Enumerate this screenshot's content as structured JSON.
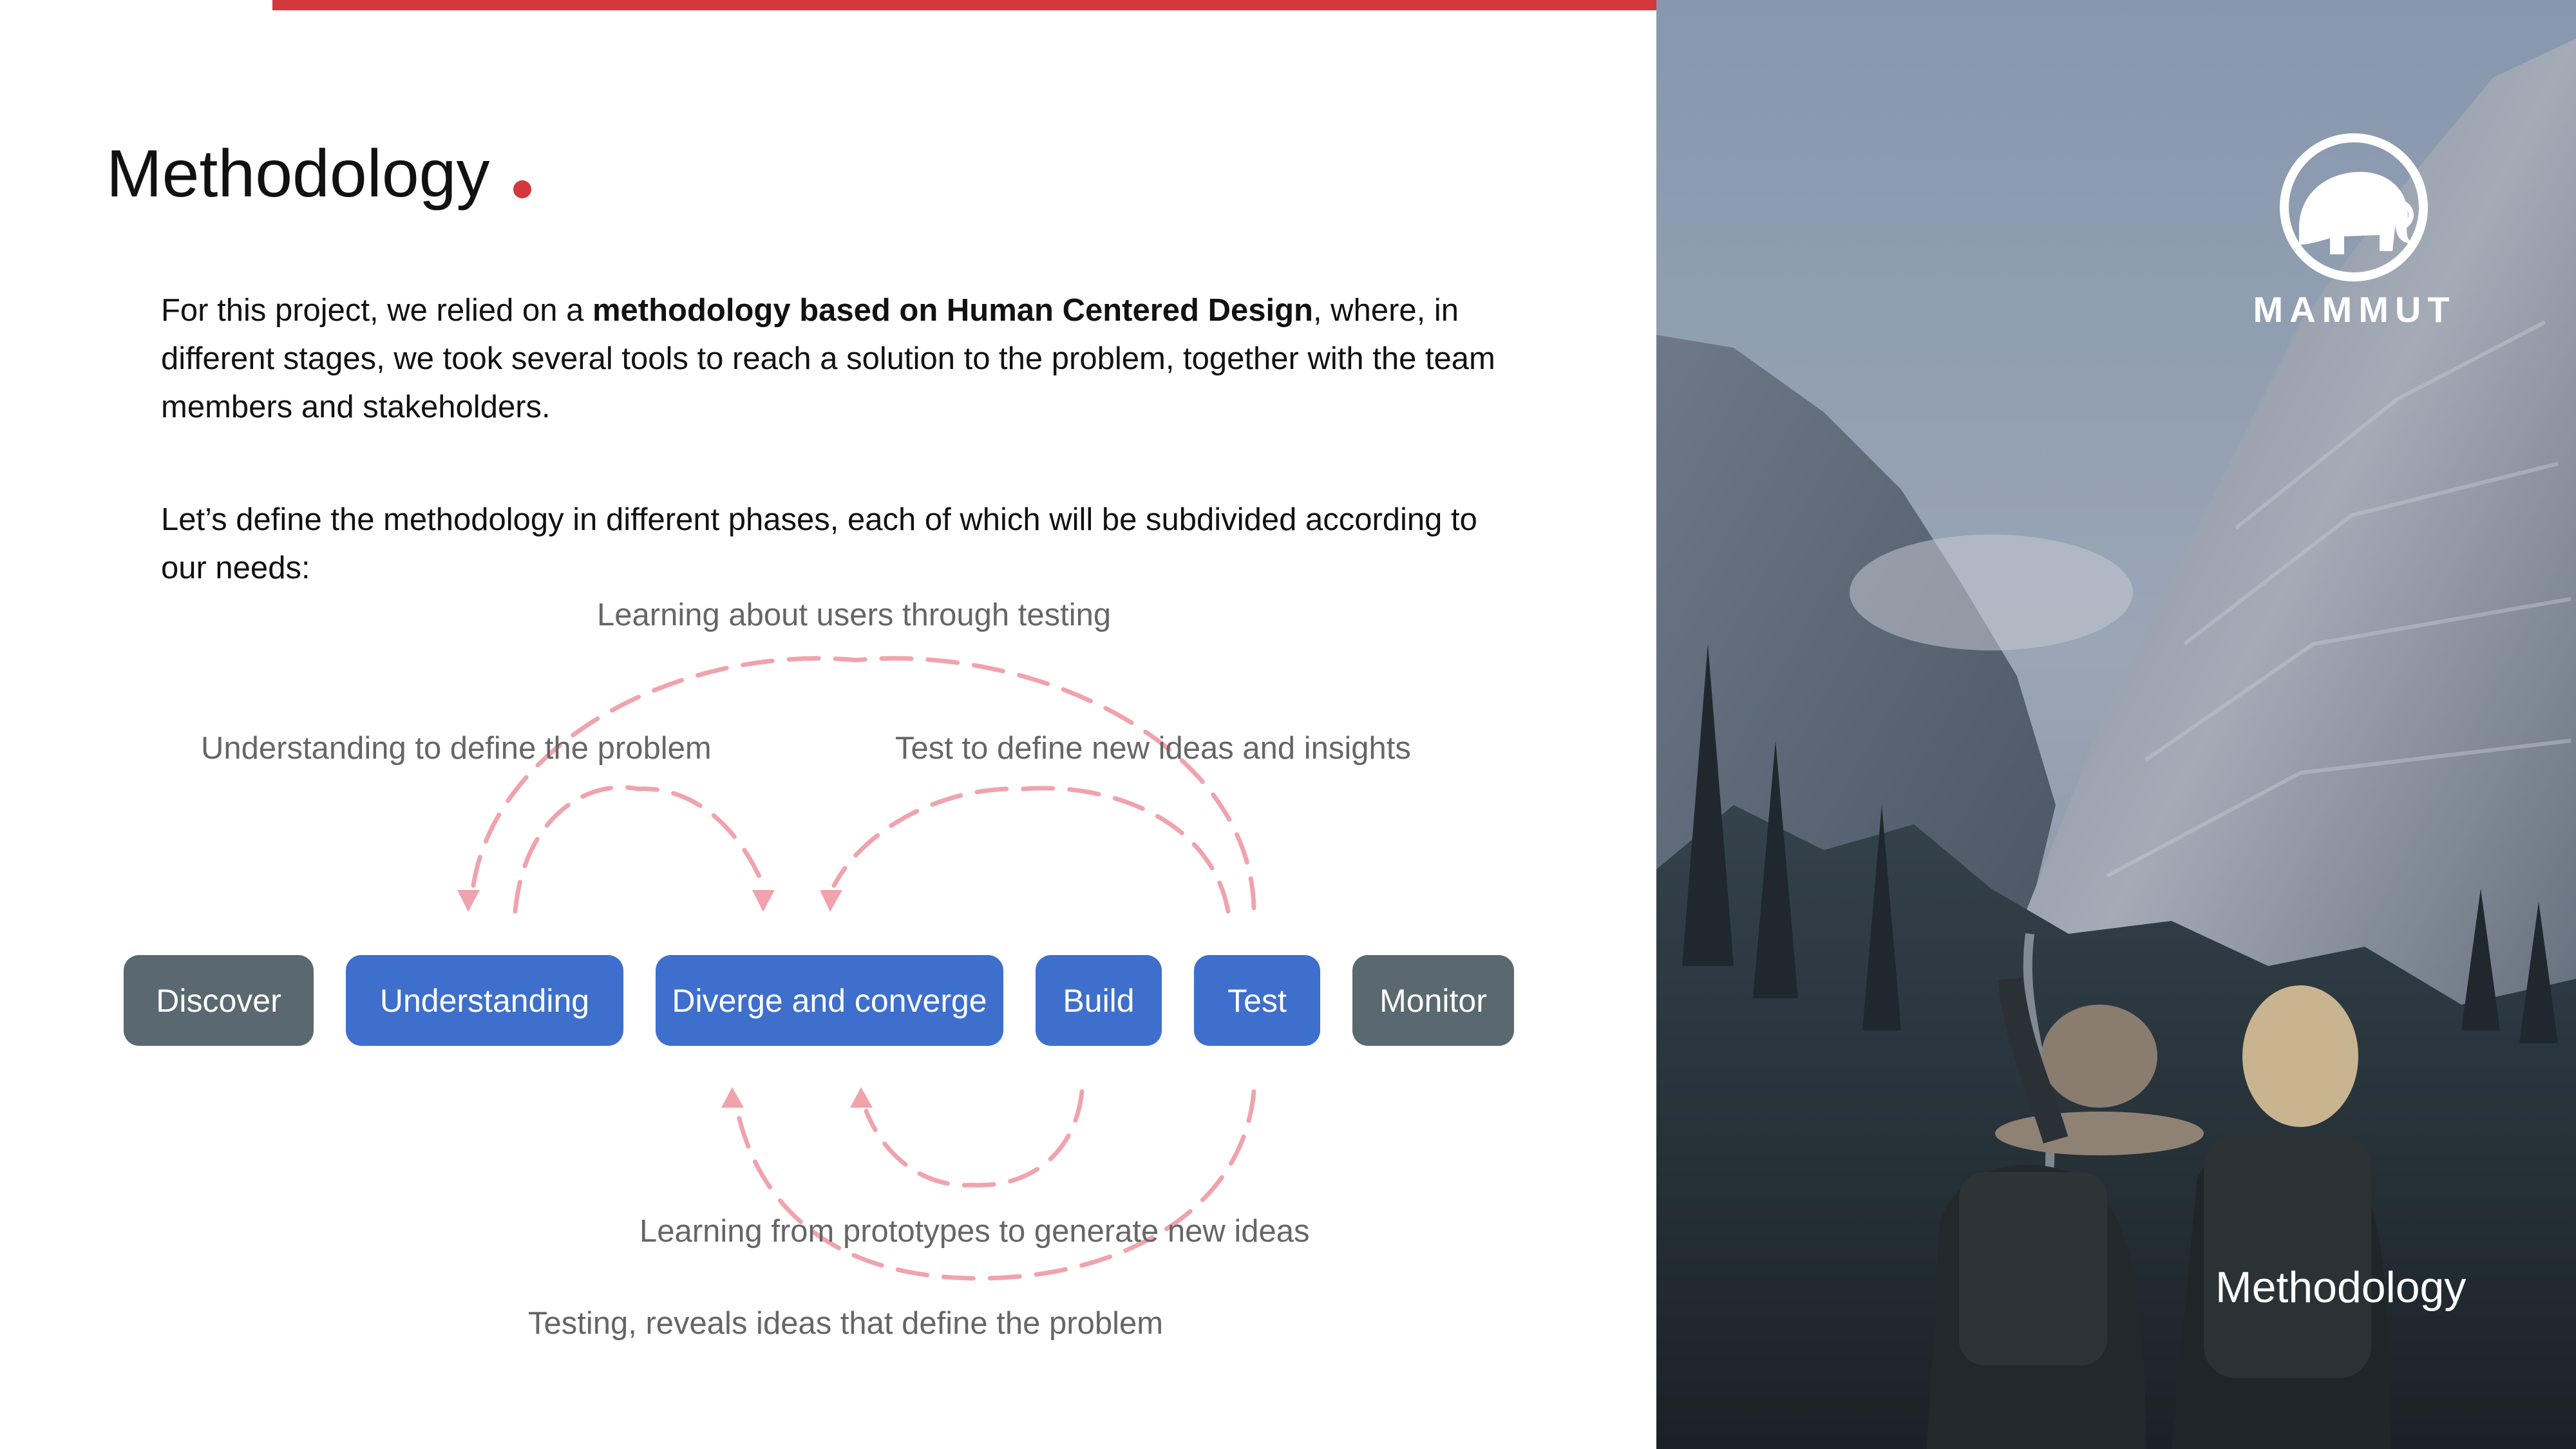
{
  "slide": {
    "title": "Methodology",
    "paragraph1": {
      "before": "For this project, we relied on a ",
      "bold": "methodology based on Human Centered Design",
      "after": ", where, in different stages, we took several tools to reach a solution to the problem, together with the team members and stakeholders."
    },
    "paragraph2": "Let’s define the methodology in different phases, each of which will be subdivided according to our needs:"
  },
  "diagram": {
    "captions": {
      "learning_users": "Learning about users through testing",
      "understanding_define": "Understanding to define the problem",
      "test_define": "Test to define new ideas and insights",
      "learning_prototypes": "Learning from prototypes to generate new ideas",
      "testing_reveals": "Testing, reveals ideas that define the problem"
    },
    "phases": [
      {
        "label": "Discover",
        "style": "gray"
      },
      {
        "label": "Understanding",
        "style": "blue"
      },
      {
        "label": "Diverge and converge",
        "style": "blue"
      },
      {
        "label": "Build",
        "style": "blue"
      },
      {
        "label": "Test",
        "style": "blue"
      },
      {
        "label": "Monitor",
        "style": "gray"
      }
    ]
  },
  "sidebar": {
    "brand": "MAMMUT",
    "label": "Methodology"
  },
  "colors": {
    "accent_red": "#d3383b",
    "phase_blue": "#3e6fcc",
    "phase_gray": "#5a6870",
    "arrow_pink": "#f0a3ad"
  }
}
